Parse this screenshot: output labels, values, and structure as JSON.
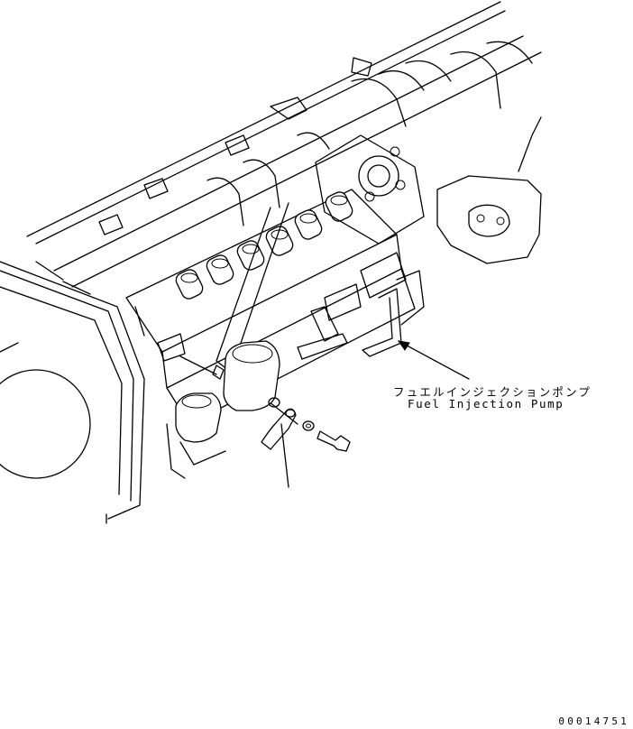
{
  "diagram": {
    "part_label_jp": "フュエルインジェクションポンプ",
    "part_label_en": "Fuel Injection Pump",
    "drawing_number": "00014751"
  }
}
